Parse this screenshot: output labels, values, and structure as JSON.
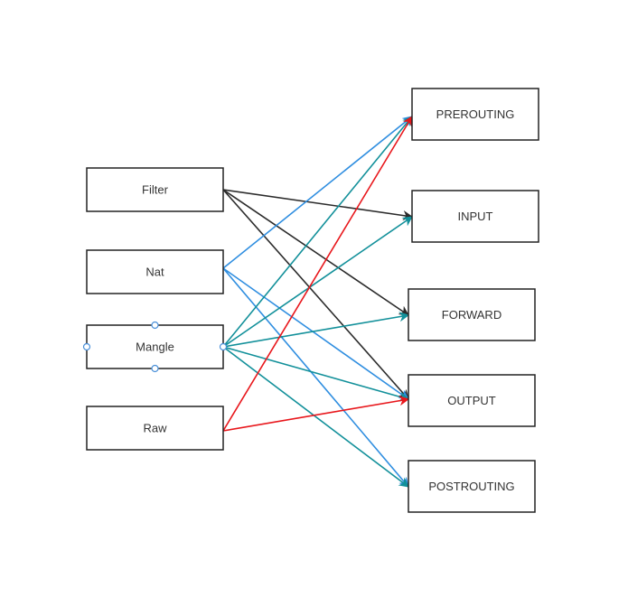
{
  "tables": [
    {
      "id": "filter",
      "label": "Filter"
    },
    {
      "id": "nat",
      "label": "Nat"
    },
    {
      "id": "mangle",
      "label": "Mangle",
      "selected": true
    },
    {
      "id": "raw",
      "label": "Raw"
    }
  ],
  "chains": [
    {
      "id": "prerouting",
      "label": "PREROUTING"
    },
    {
      "id": "input",
      "label": "INPUT"
    },
    {
      "id": "forward",
      "label": "FORWARD"
    },
    {
      "id": "output",
      "label": "OUTPUT"
    },
    {
      "id": "postrouting",
      "label": "POSTROUTING"
    }
  ],
  "colors": {
    "filter": "#2b2b2b",
    "nat": "#2f8ee0",
    "mangle": "#12909a",
    "raw": "#e8161b",
    "box_border": "#222222",
    "handle": "#4a90d9"
  },
  "connections": [
    {
      "from": "filter",
      "to": "input",
      "color": "filter"
    },
    {
      "from": "filter",
      "to": "forward",
      "color": "filter"
    },
    {
      "from": "filter",
      "to": "output",
      "color": "filter"
    },
    {
      "from": "nat",
      "to": "prerouting",
      "color": "nat"
    },
    {
      "from": "nat",
      "to": "output",
      "color": "nat"
    },
    {
      "from": "nat",
      "to": "postrouting",
      "color": "nat"
    },
    {
      "from": "mangle",
      "to": "prerouting",
      "color": "mangle"
    },
    {
      "from": "mangle",
      "to": "input",
      "color": "mangle"
    },
    {
      "from": "mangle",
      "to": "forward",
      "color": "mangle"
    },
    {
      "from": "mangle",
      "to": "output",
      "color": "mangle"
    },
    {
      "from": "mangle",
      "to": "postrouting",
      "color": "mangle"
    },
    {
      "from": "raw",
      "to": "prerouting",
      "color": "raw"
    },
    {
      "from": "raw",
      "to": "output",
      "color": "raw"
    }
  ]
}
